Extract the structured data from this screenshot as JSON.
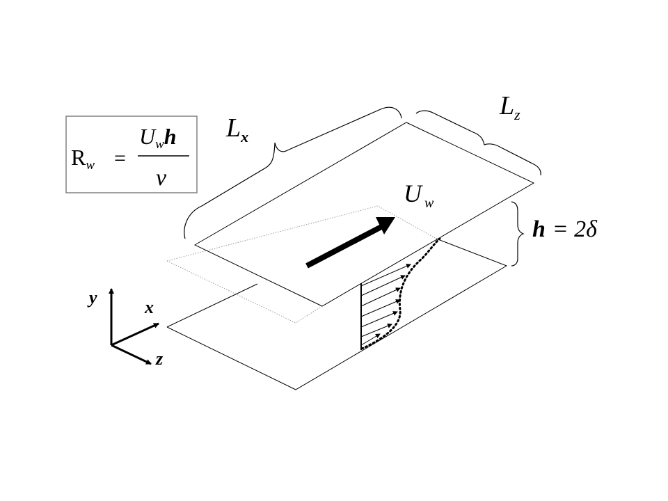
{
  "formula": {
    "lhs_symbol": "R",
    "lhs_subscript": "w",
    "equals": "=",
    "numerator_symbol": "U",
    "numerator_subscript": "w",
    "numerator_tail": "h",
    "denominator": "ν"
  },
  "dimension_labels": {
    "lx_symbol": "L",
    "lx_subscript": "x",
    "lz_symbol": "L",
    "lz_subscript": "z",
    "height_lhs": "h",
    "height_equals": "=",
    "height_rhs": "2δ"
  },
  "velocity_label": {
    "symbol": "U",
    "subscript": "w"
  },
  "axes": {
    "y": "y",
    "x": "x",
    "z": "z"
  }
}
